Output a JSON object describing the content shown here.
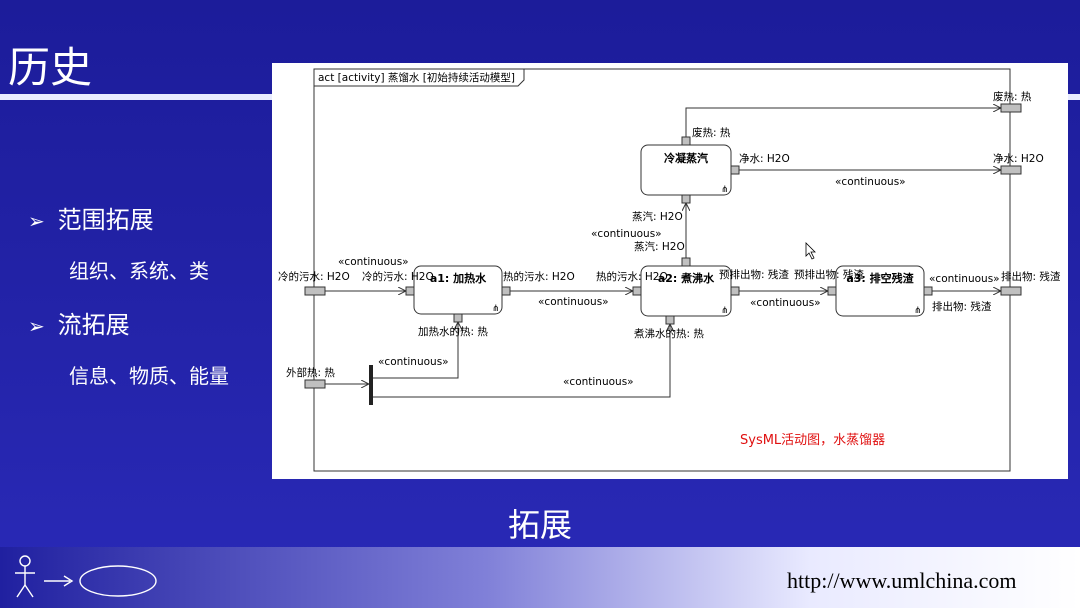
{
  "slide": {
    "title": "历史",
    "bullets": [
      {
        "label": "范围拓展",
        "sub": "组织、系统、类"
      },
      {
        "label": "流拓展",
        "sub": "信息、物质、能量"
      }
    ],
    "caption": "拓展",
    "footer_url": "http://www.umlchina.com"
  },
  "diagram": {
    "frame_label": "act [activity] 蒸馏水 [初始持续活动模型]",
    "note": "SysML活动图，水蒸馏器",
    "actions": {
      "a1": "a1: 加热水",
      "a2": "a2: 煮沸水",
      "a3": "a3: 排空残渣",
      "a4": "冷凝蒸汽"
    },
    "pins": {
      "in_cold": "冷的污水: H2O",
      "in_heat": "外部热: 热",
      "a1_in": "冷的污水: H2O",
      "a1_out": "热的污水: H2O",
      "a1_heat": "加热水的热: 热",
      "a2_in": "热的污水: H2O",
      "a2_steam": "蒸汽: H2O",
      "a2_out": "预排出物: 残渣",
      "a2_heat": "煮沸水的热: 热",
      "a3_in": "预排出物: 残渣",
      "a3_out": "排出物: 残渣",
      "a4_steam": "蒸汽: H2O",
      "a4_waste": "废热: 热",
      "a4_out": "净水: H2O",
      "out_waste": "废热: 热",
      "out_water": "净水: H2O",
      "out_sludge": "排出物: 残渣"
    },
    "stereotype": "«continuous»"
  },
  "colors": {
    "background": "#2222a6",
    "note": "#e01010",
    "pin_fill": "#c0c0c0"
  }
}
